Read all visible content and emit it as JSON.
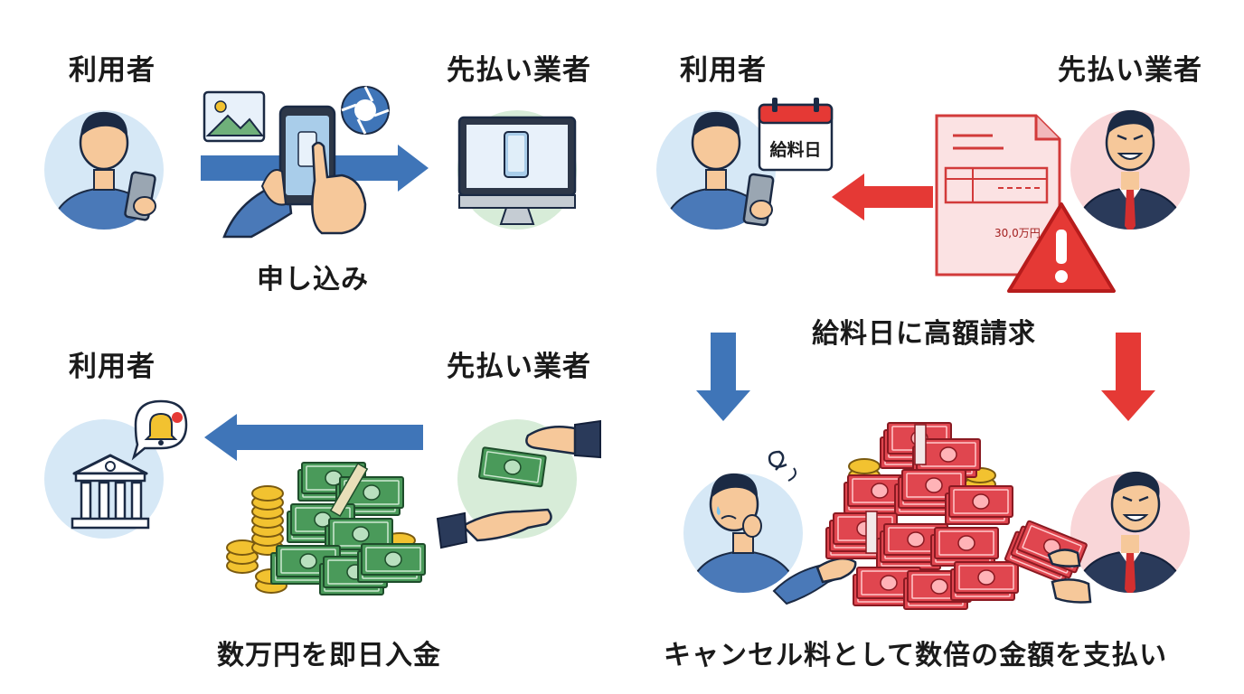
{
  "panel1": {
    "user_label": "利用者",
    "vendor_label": "先払い業者",
    "caption": "申し込み"
  },
  "panel2": {
    "user_label": "利用者",
    "vendor_label": "先払い業者",
    "calendar_text": "給料日",
    "invoice_amount": "30,0万円",
    "caption": "給料日に高額請求"
  },
  "panel3": {
    "user_label": "利用者",
    "vendor_label": "先払い業者",
    "caption": "数万円を即日入金"
  },
  "panel4": {
    "caption": "キャンセル料として数倍の金額を支払い"
  },
  "colors": {
    "blue_arrow": "#3f75b8",
    "red_arrow": "#e53935",
    "user_circle": "#d6e8f6",
    "vendor_circle_green": "#d7ecd8",
    "vendor_circle_red": "#f9d6d8",
    "cash_green": "#4a9a5a",
    "cash_red": "#e0464f"
  }
}
